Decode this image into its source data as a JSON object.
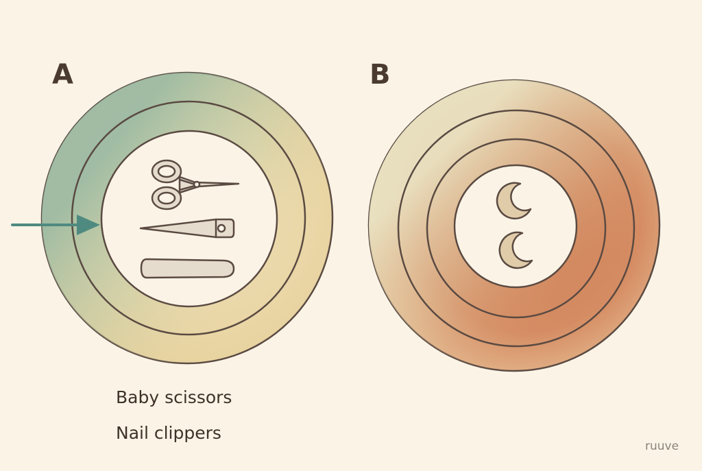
{
  "panels": {
    "a": {
      "label": "A",
      "items": [
        "baby-scissors",
        "nail-clippers",
        "nail-file"
      ],
      "arrow_color": "#4f8a80",
      "ring_color": "#e9d8aa",
      "accent_color": "#9bb8a0"
    },
    "b": {
      "label": "B",
      "items": [
        "crescent-nail-clipping",
        "crescent-nail-clipping"
      ],
      "ring_color": "#d9916a",
      "accent_color": "#d2ccad"
    }
  },
  "captions": {
    "line1": "Baby scissors",
    "line2": "Nail clippers"
  },
  "watermark": "ruuve",
  "colors": {
    "background": "#fbf4e6",
    "outline": "#5a4a42",
    "text": "#3e3128"
  }
}
